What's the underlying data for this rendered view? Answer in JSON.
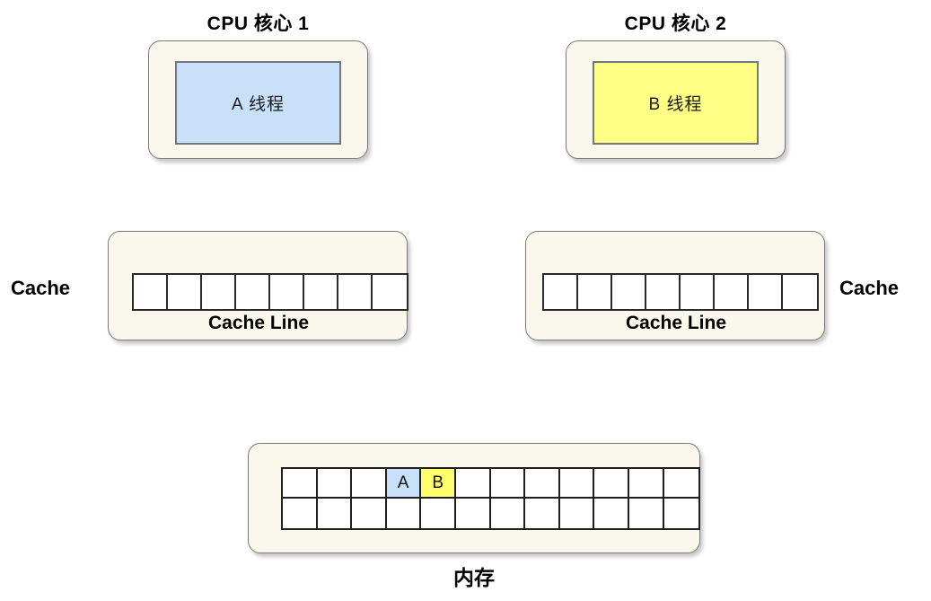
{
  "diagram": {
    "title_left_core": "CPU 核心 1",
    "title_right_core": "CPU 核心 2",
    "cores": [
      {
        "id": "core-1",
        "title": "CPU 核心 1",
        "thread_label": "A 线程",
        "thread_color": "#c9e1f8"
      },
      {
        "id": "core-2",
        "title": "CPU 核心 2",
        "thread_label": "B 线程",
        "thread_color": "#ffff85"
      }
    ],
    "caches": [
      {
        "id": "cache-left",
        "side_label": "Cache",
        "caption": "Cache Line",
        "cell_count": 8
      },
      {
        "id": "cache-right",
        "side_label": "Cache",
        "caption": "Cache Line",
        "cell_count": 8
      }
    ],
    "memory": {
      "caption": "内存",
      "columns": 12,
      "rows": 2,
      "top_row": [
        "",
        "",
        "",
        "A",
        "B",
        "",
        "",
        "",
        "",
        "",
        "",
        ""
      ],
      "bottom_row": [
        "",
        "",
        "",
        "",
        "",
        "",
        "",
        "",
        "",
        "",
        "",
        ""
      ],
      "highlight_a_index": 3,
      "highlight_b_index": 4,
      "highlight_a_color": "#c9e1f8",
      "highlight_b_color": "#ffff6e"
    },
    "colors": {
      "panel_background": "#faf8ec",
      "panel_border": "#7a7a7a",
      "cell_border": "#1f1f1f",
      "page_background": "#ffffff",
      "text": "#000000"
    }
  }
}
